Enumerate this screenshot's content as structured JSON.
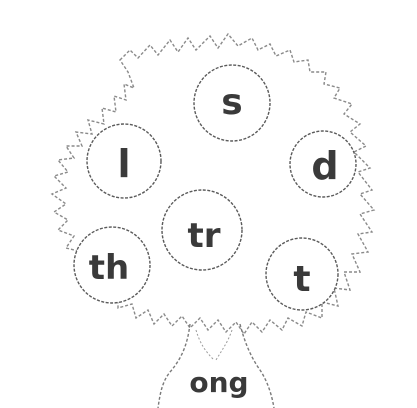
{
  "worksheet": {
    "onsets": [
      "s",
      "l",
      "d",
      "tr",
      "th",
      "t"
    ],
    "rime": "ong",
    "ink_color": "#3a3a3a",
    "circle_color": "#5a5a5a"
  }
}
